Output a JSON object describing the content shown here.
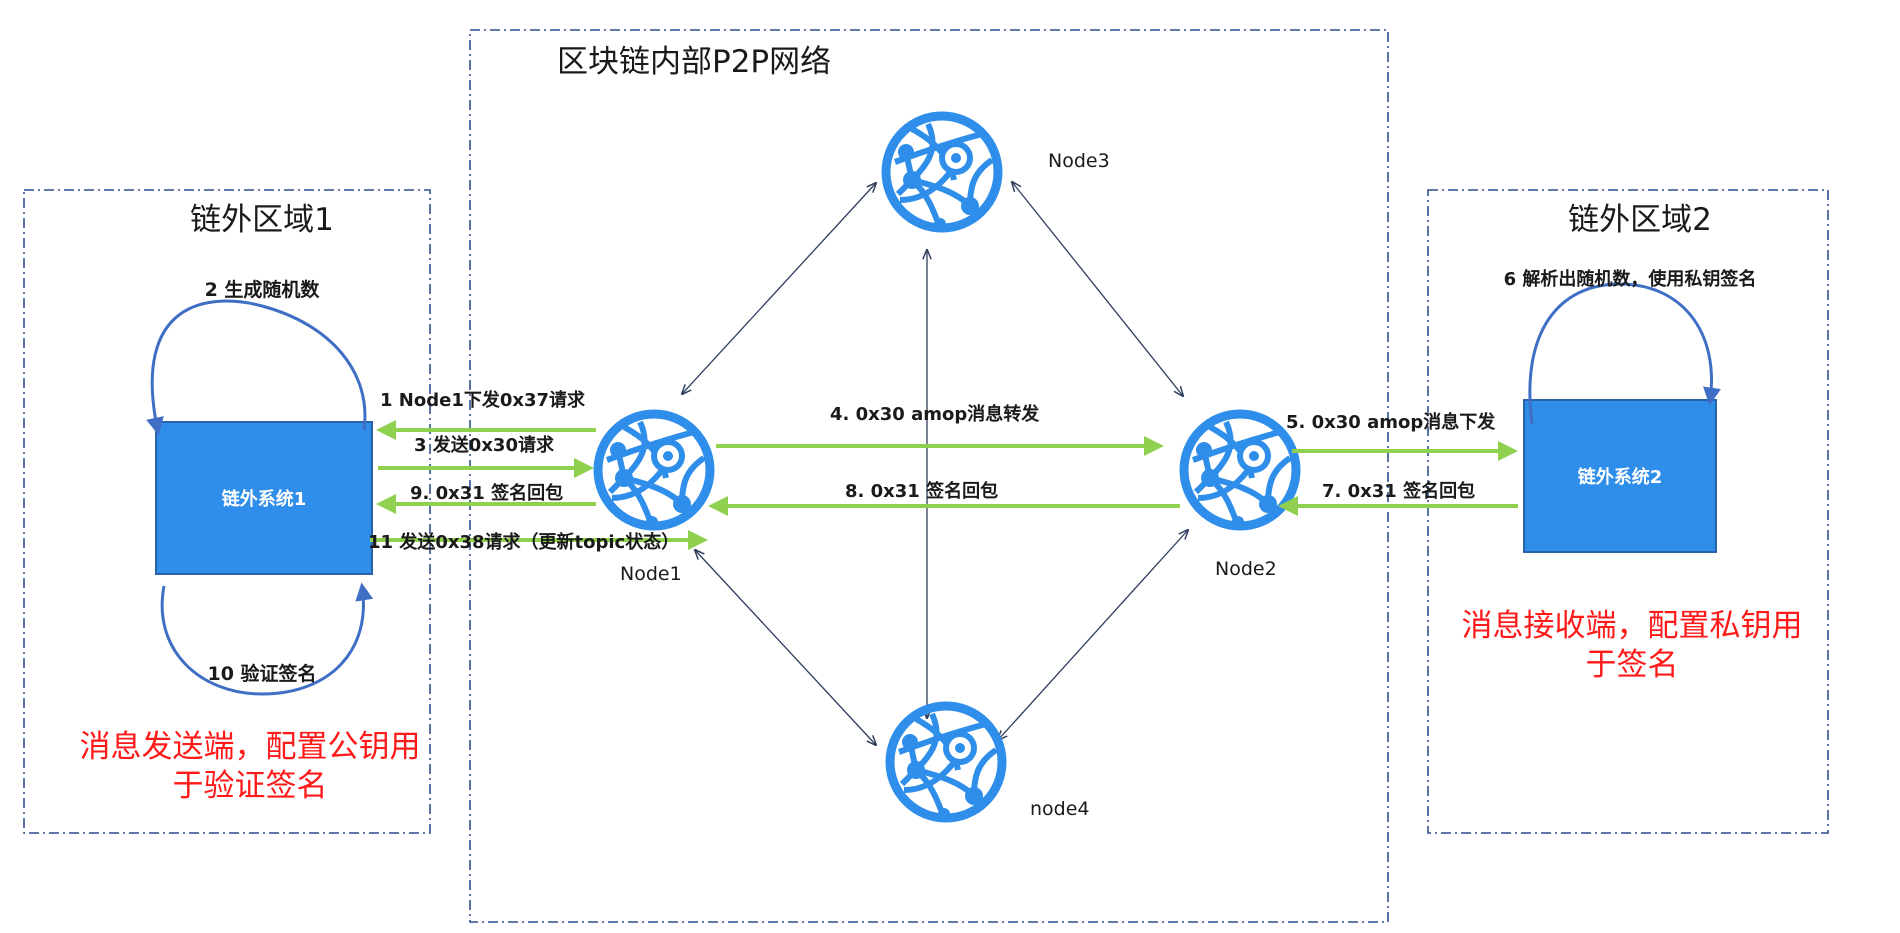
{
  "regions": {
    "left_title": "链外区域1",
    "center_title": "区块链内部P2P网络",
    "right_title": "链外区域2"
  },
  "systems": {
    "sys1": "链外系统1",
    "sys2": "链外系统2"
  },
  "nodes": {
    "node1": "Node1",
    "node2": "Node2",
    "node3": "Node3",
    "node4": "node4"
  },
  "steps": {
    "s1": "1 Node1下发0x37请求",
    "s2": "2 生成随机数",
    "s3": "3 发送0x30请求",
    "s4": "4. 0x30 amop消息转发",
    "s5": "5. 0x30 amop消息下发",
    "s6": "6 解析出随机数，使用私钥签名",
    "s7": "7. 0x31 签名回包",
    "s8": "8. 0x31 签名回包",
    "s9": "9. 0x31 签名回包",
    "s10": "10 验证签名",
    "s11": "11 发送0x38请求（更新topic状态）"
  },
  "notes": {
    "sender_line1": "消息发送端，配置公钥用",
    "sender_line2": "于验证签名",
    "receiver_line1": "消息接收端，配置私钥用",
    "receiver_line2": "于签名"
  },
  "colors": {
    "region_border": "#2f4f8f",
    "system_fill": "#2f8eea",
    "system_border": "#2a62a8",
    "globe": "#2f8eea",
    "green_arrow": "#8fd14f",
    "loop_arrow": "#3f6fc4",
    "link_line": "#2e3e5c",
    "note_red": "#ff1a1a"
  },
  "icons": [
    "globe-network-icon"
  ]
}
